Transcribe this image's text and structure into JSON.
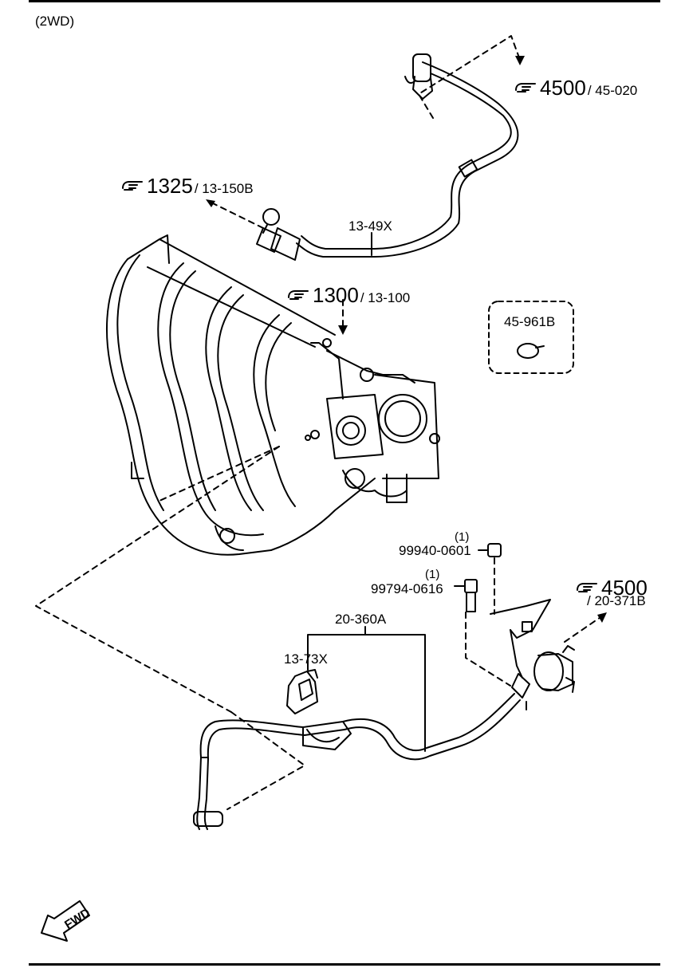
{
  "variant": "(2WD)",
  "refs": [
    {
      "main": "4500",
      "sub": "/ 45-020"
    },
    {
      "main": "1325",
      "sub": "/ 13-150B"
    },
    {
      "main": "1300",
      "sub": "/ 13-100"
    },
    {
      "main": "4500",
      "sub": "/ 20-371B"
    }
  ],
  "parts": {
    "hose_upper": "13-49X",
    "cap": "45-961B",
    "nut_qty": "(1)",
    "nut": "99940-0601",
    "bolt_qty": "(1)",
    "bolt": "99794-0616",
    "pipe_assy": "20-360A",
    "clip": "13-73X"
  },
  "fwd_label": "FWD",
  "icons": [
    "pointing-hand-icon",
    "fwd-arrow-icon"
  ]
}
